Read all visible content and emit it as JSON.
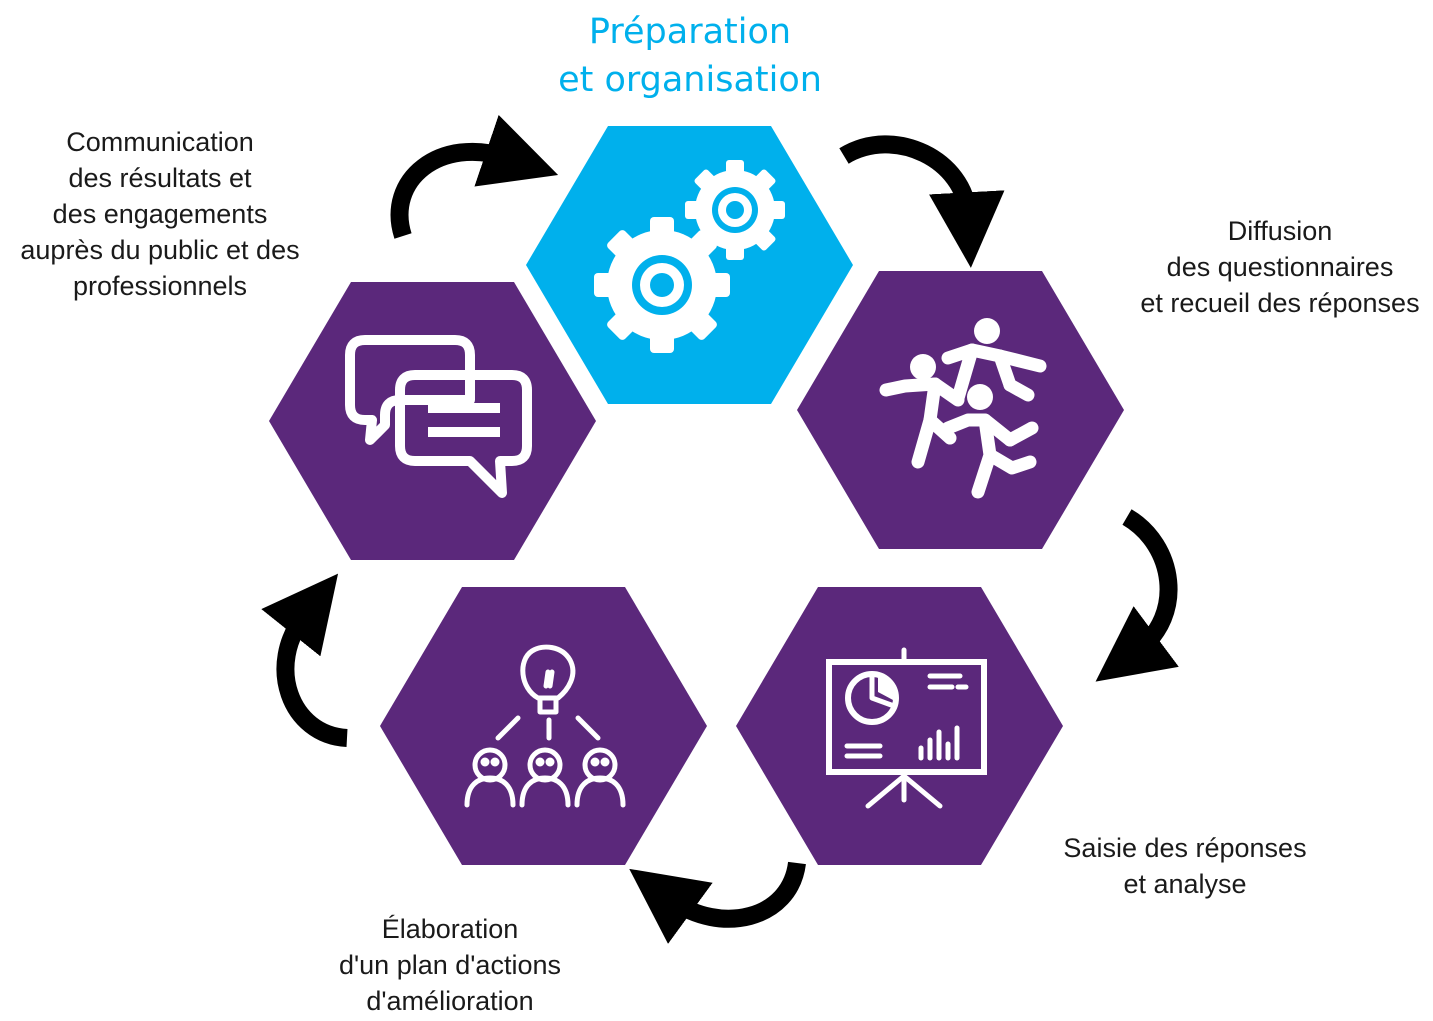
{
  "colors": {
    "active": "#00b0ec",
    "step": "#5b287b",
    "arrow": "#000000",
    "icon": "#ffffff"
  },
  "title": {
    "line1": "Préparation",
    "line2": "et organisation"
  },
  "steps": [
    {
      "icon": "gears-icon",
      "active": true
    },
    {
      "icon": "runners-icon",
      "lines": [
        "Diffusion",
        "des questionnaires",
        "et recueil des réponses"
      ]
    },
    {
      "icon": "presentation-board-icon",
      "lines": [
        "Saisie des réponses",
        "et analyse"
      ]
    },
    {
      "icon": "idea-team-icon",
      "lines": [
        "Élaboration",
        "d'un plan d'actions",
        "d'amélioration"
      ]
    },
    {
      "icon": "speech-bubbles-icon",
      "lines": [
        "Communication",
        "des résultats et",
        "des engagements",
        "auprès du public et des",
        "professionnels"
      ]
    }
  ]
}
